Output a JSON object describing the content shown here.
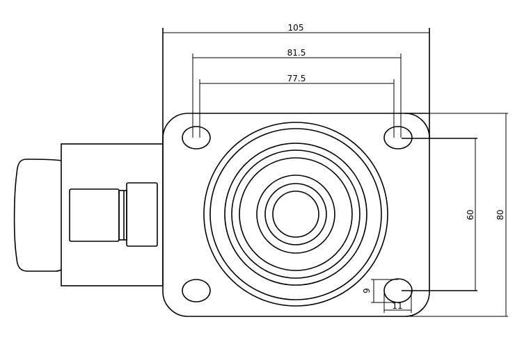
{
  "dimensions": {
    "overall_width": "105",
    "outer_hole_spacing": "81.5",
    "inner_hole_spacing": "77.5",
    "vertical_hole_spacing": "60",
    "overall_height": "80",
    "slot_height": "9",
    "slot_width": "11"
  },
  "colors": {
    "line": "#000000",
    "background": "#ffffff"
  }
}
